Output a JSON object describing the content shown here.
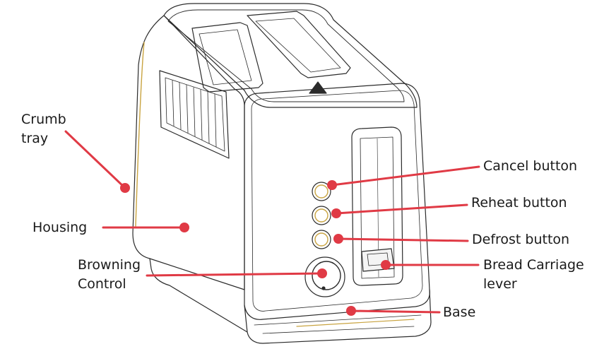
{
  "diagram": {
    "accent_color": "#e03a45",
    "labels": {
      "crumb_tray": [
        "Crumb",
        "tray"
      ],
      "housing": "Housing",
      "browning_control": [
        "Browning",
        "Control"
      ],
      "cancel_button": "Cancel button",
      "reheat_button": "Reheat button",
      "defrost_button": "Defrost button",
      "bread_carriage_lever": [
        "Bread Carriage",
        "lever"
      ],
      "base": "Base"
    }
  }
}
